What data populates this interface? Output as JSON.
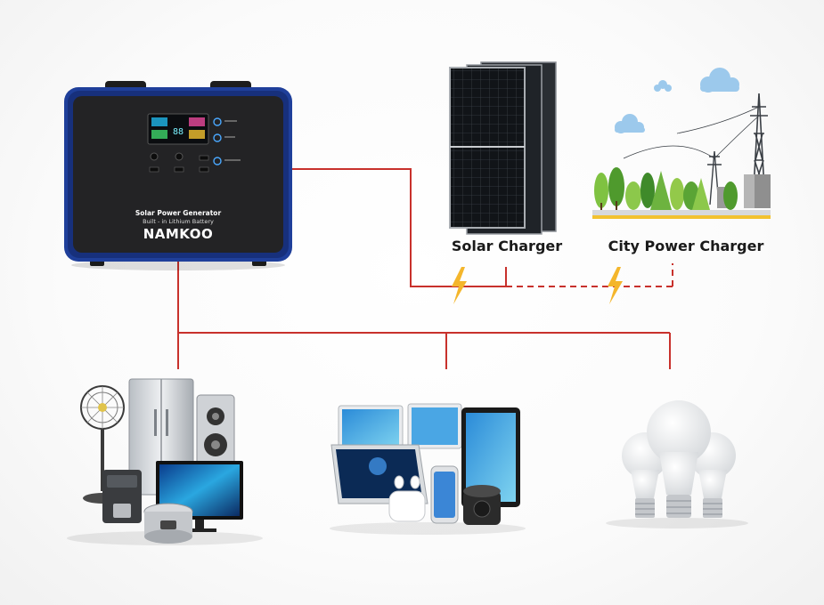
{
  "generator": {
    "product_line": "Solar Power Generator",
    "subtitle": "Built - in Lithium Battery",
    "brand": "NAMKOO",
    "screen_value": "88"
  },
  "sources": {
    "solar_label": "Solar Charger",
    "city_label": "City Power Charger"
  },
  "colors": {
    "wire": "#c8312c",
    "casing_blue": "#1f3f9a",
    "panel_black": "#232325",
    "lightning": "#f4b62c"
  }
}
